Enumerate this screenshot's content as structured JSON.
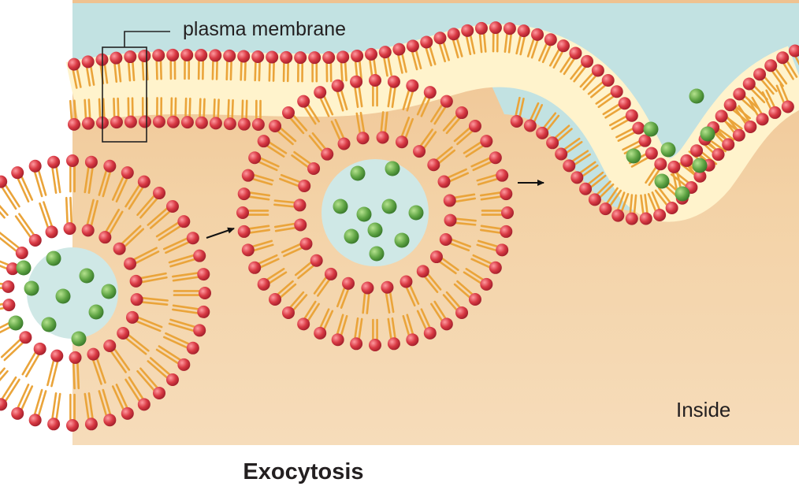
{
  "labels": {
    "membrane": "plasma membrane",
    "inside": "Inside",
    "caption": "Exocytosis"
  },
  "colors": {
    "outside": "#c2e2e2",
    "cytoplasm": "#f3d2a4",
    "head": "#d93a44",
    "tail": "#eaa43a",
    "membrane_core": "#fff3cc",
    "cargo": "#5fa444",
    "vesicle_lumen": "#cfe8e6"
  },
  "stages": [
    "vesicle-approaching",
    "vesicle-docking",
    "membrane-fusion"
  ]
}
